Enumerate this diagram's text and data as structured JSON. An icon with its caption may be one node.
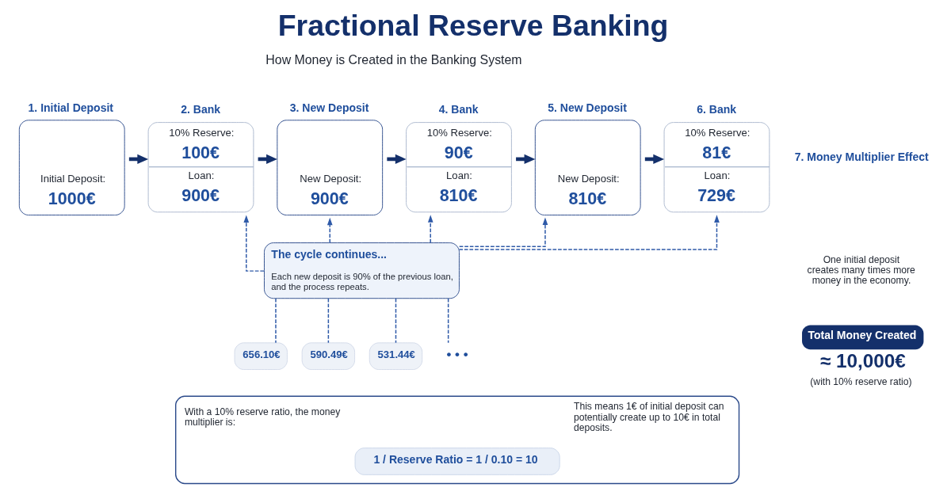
{
  "diagram": {
    "title": "Fractional Reserve Banking",
    "nodes": [
      {
        "text": [
          "1. Initial Deposit",
          "Initial Deposit:",
          "1000€"
        ]
      },
      {
        "text": [
          "2. Bank",
          "10% Reserve:",
          "100€",
          "Loan:",
          "900€"
        ]
      },
      {
        "text": [
          "3. New Deposit",
          "New Deposit:",
          "900€"
        ]
      },
      {
        "text": [
          "4. Bank",
          "10% Reserve:",
          "90€",
          "Loan:",
          "810€"
        ]
      },
      {
        "text": [
          "5. New Deposit",
          "New Deposit:",
          "810€"
        ]
      },
      {
        "text": [
          "6. Bank",
          "10% Reserve:",
          "81€",
          "Loan:",
          "729€"
        ]
      },
      {
        "text": [
          "The cycle continues...",
          "Each new deposit is 90% of the previous loan, and the process repeats."
        ]
      },
      {
        "text": [
          "656.10€"
        ]
      },
      {
        "text": [
          "590.49€"
        ]
      },
      {
        "text": [
          "531.44€"
        ]
      },
      {
        "text": [
          "• • •"
        ]
      },
      {
        "text": [
          "Total Money Created"
        ],
        "beside": [
          "≈ 10,000€",
          "(with 10% reserve ratio)"
        ]
      },
      {
        "text": [
          "With a 10% reserve ratio, the money multiplier is:",
          "This means 1€ of initial deposit can potentially create up to 10€ in total deposits."
        ]
      },
      {
        "text": [
          "1 / Reserve Ratio = 1 / 0.10 = 10"
        ],
        "in": 12
      }
    ],
    "edges": [
      {
        "from": 0,
        "to": 1,
        "arrow": "to",
        "style": "thick"
      },
      {
        "from": 1,
        "to": 2,
        "arrow": "to",
        "style": "thick"
      },
      {
        "from": 2,
        "to": 3,
        "arrow": "to",
        "style": "thick"
      },
      {
        "from": 3,
        "to": 4,
        "arrow": "to",
        "style": "thick"
      },
      {
        "from": 4,
        "to": 5,
        "arrow": "to",
        "style": "thick"
      },
      {
        "from": 6,
        "to": 1,
        "arrow": "to",
        "style": "dashed"
      },
      {
        "from": 6,
        "to": 2,
        "arrow": "to",
        "style": "dashed"
      },
      {
        "from": 6,
        "to": 3,
        "arrow": "to",
        "style": "dashed"
      },
      {
        "from": 6,
        "to": 4,
        "arrow": "to",
        "style": "dashed"
      },
      {
        "from": 6,
        "to": 5,
        "arrow": "to",
        "style": "dashed"
      },
      {
        "from": 6,
        "to": 7,
        "arrow": "none",
        "style": "dashed"
      },
      {
        "from": 6,
        "to": 8,
        "arrow": "none",
        "style": "dashed"
      },
      {
        "from": 6,
        "to": 9,
        "arrow": "none",
        "style": "dashed"
      },
      {
        "from": 6,
        "to": 10,
        "arrow": "none",
        "style": "dashed"
      }
    ],
    "labels": [
      "How Money is Created in the Banking System",
      "7. Money Multiplier Effect",
      "One initial deposit creates many times more money in the economy."
    ]
  }
}
